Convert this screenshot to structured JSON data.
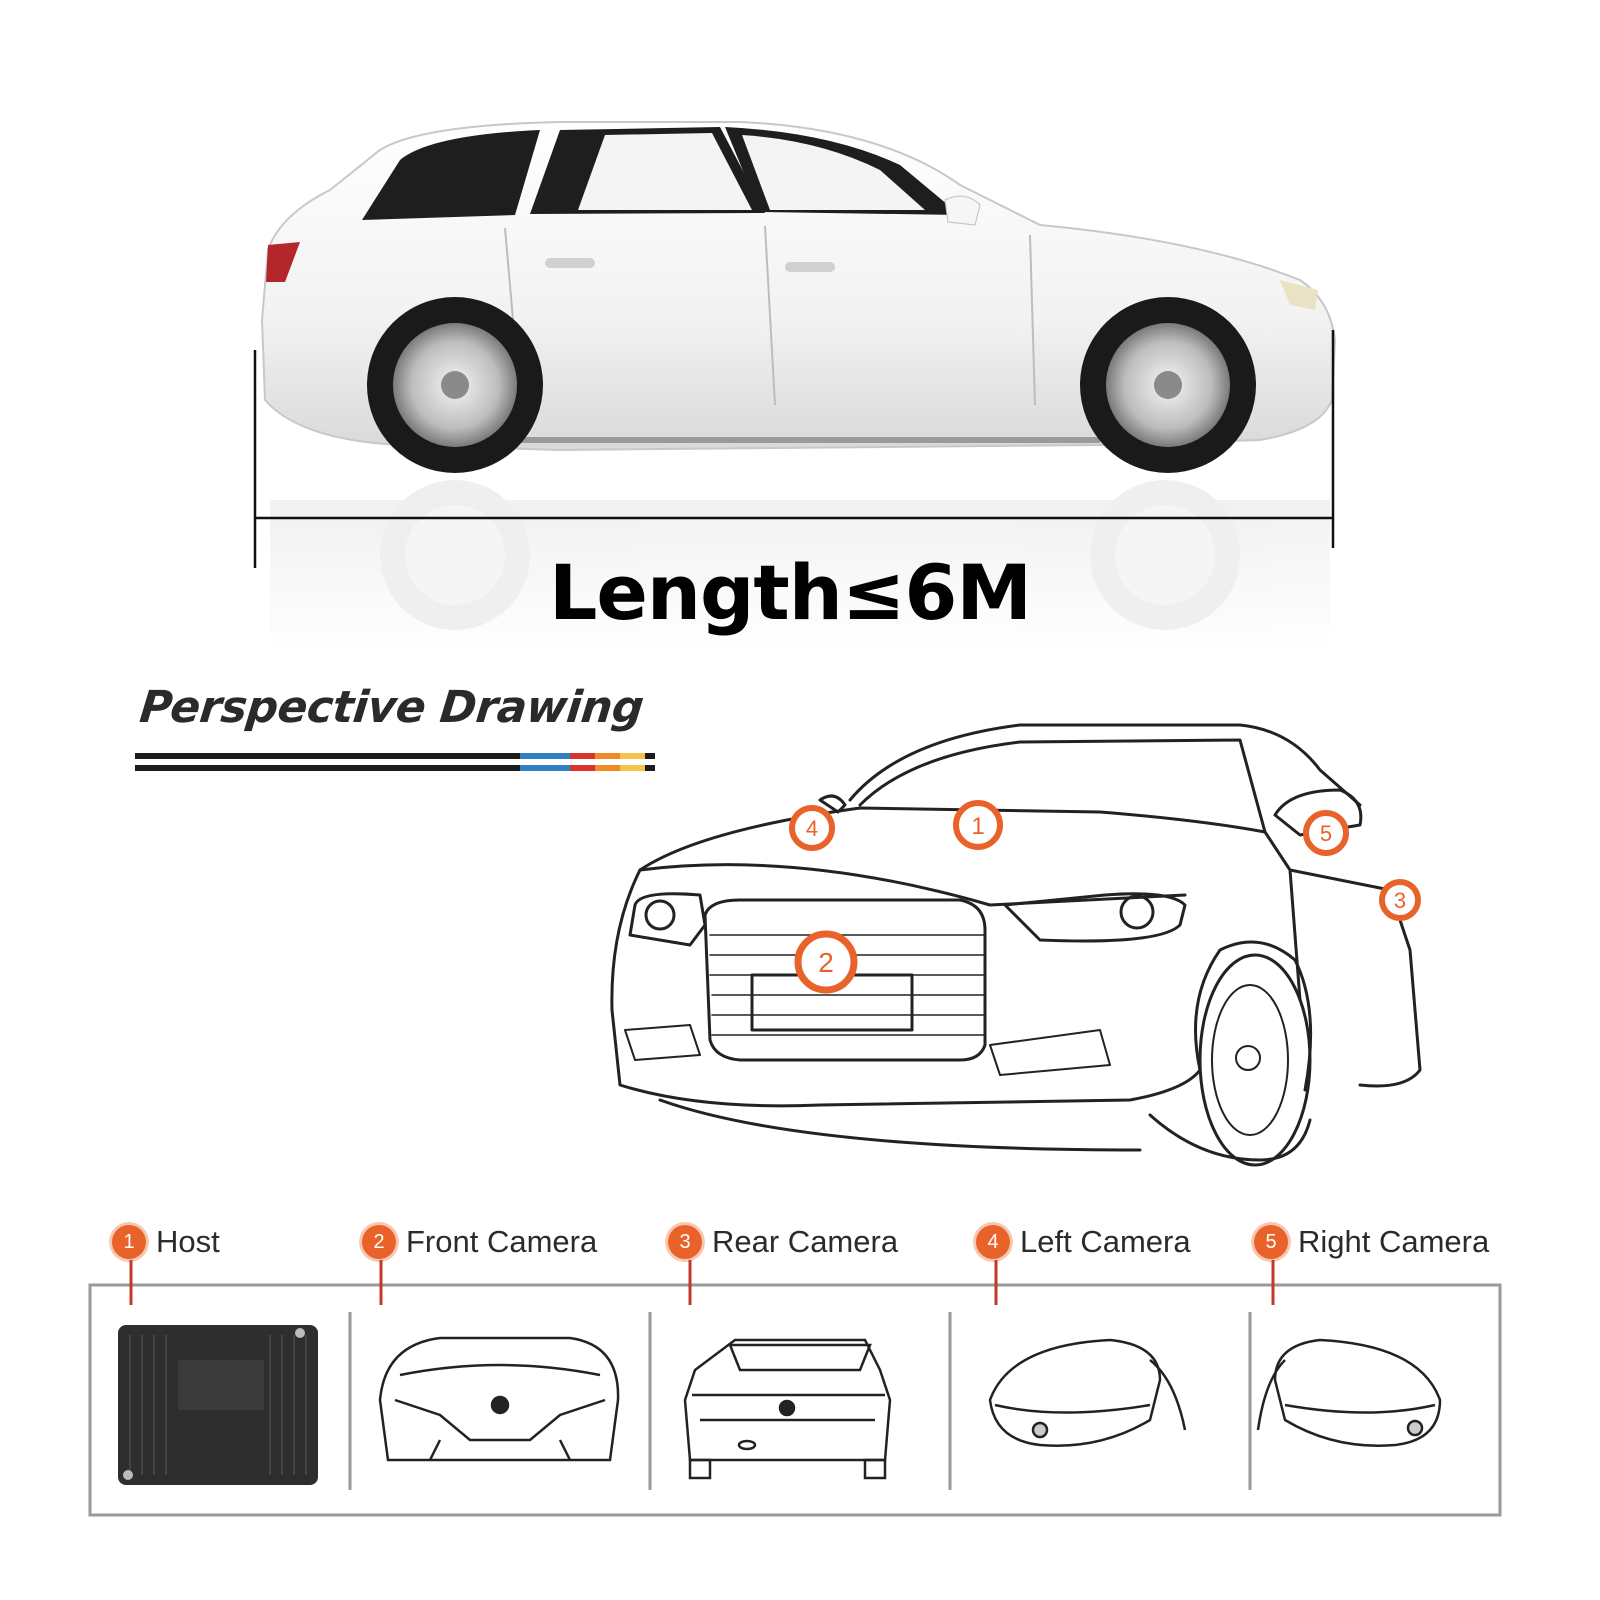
{
  "length_label": "Length≤6M",
  "section_title": "Perspective Drawing",
  "colors": {
    "accent": "#e8622a",
    "stripe_blue": "#2f7fc1",
    "stripe_red": "#d9342b",
    "stripe_orange": "#f08a24",
    "stripe_yellow": "#f3c34a",
    "line": "#1c1c1c"
  },
  "callouts": [
    "1",
    "2",
    "3",
    "4",
    "5"
  ],
  "legend": [
    {
      "num": "1",
      "label": "Host"
    },
    {
      "num": "2",
      "label": "Front Camera"
    },
    {
      "num": "3",
      "label": "Rear Camera"
    },
    {
      "num": "4",
      "label": "Left Camera"
    },
    {
      "num": "5",
      "label": "Right Camera"
    }
  ]
}
